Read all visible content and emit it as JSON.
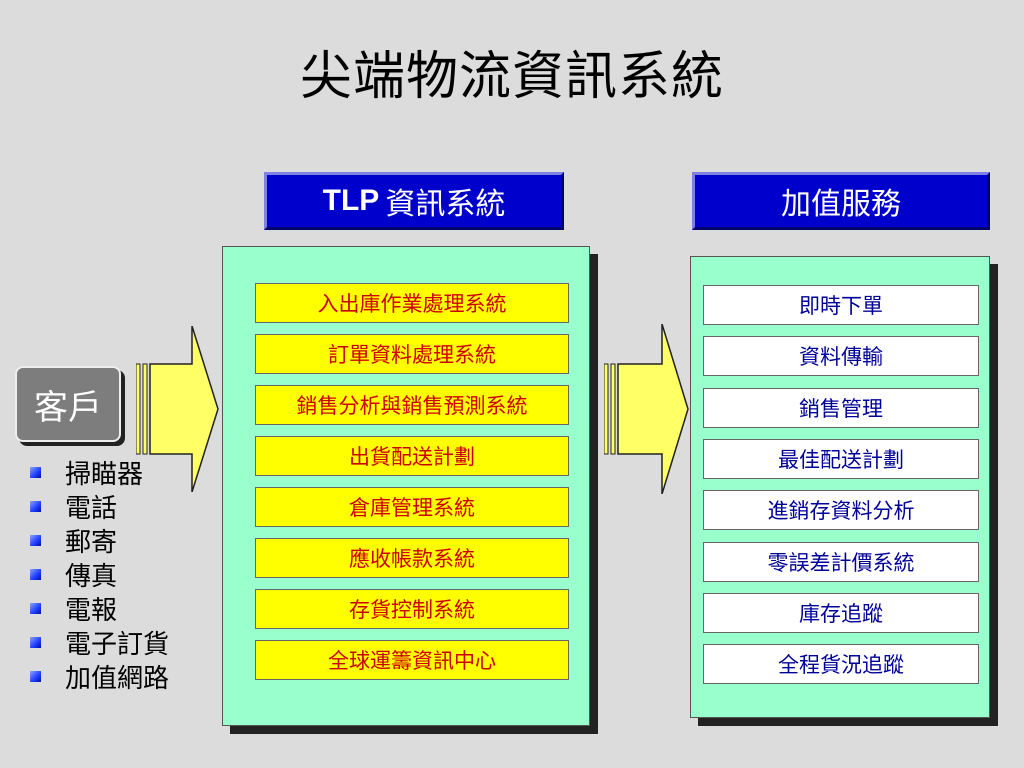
{
  "title": "尖端物流資訊系統",
  "tlp_header": {
    "bold": "TLP",
    "text": "資訊系統"
  },
  "vas_header": "加值服務",
  "client": "客戶",
  "channels": [
    "掃瞄器",
    "電話",
    "郵寄",
    "傳真",
    "電報",
    "電子訂貨",
    "加值網路"
  ],
  "tlp_modules": [
    "入出庫作業處理系統",
    "訂單資料處理系統",
    "銷售分析與銷售預測系統",
    "出貨配送計劃",
    "倉庫管理系統",
    "應收帳款系統",
    "存貨控制系統",
    "全球運籌資訊中心"
  ],
  "services": [
    "即時下單",
    "資料傳輸",
    "銷售管理",
    "最佳配送計劃",
    "進銷存資料分析",
    "零誤差計價系統",
    "庫存追蹤",
    "全程貨況追蹤"
  ],
  "colors": {
    "header_bg": "#0000cc",
    "panel_bg": "#99ffcc",
    "module_bg": "#ffff00",
    "module_text": "#cc0000",
    "service_text": "#000099",
    "client_bg": "#7d7d7d",
    "arrow_fill": "#ffff66"
  },
  "icons": {
    "bullet": "blue-square-bullet-icon",
    "flow": "striped-right-arrow-icon"
  }
}
